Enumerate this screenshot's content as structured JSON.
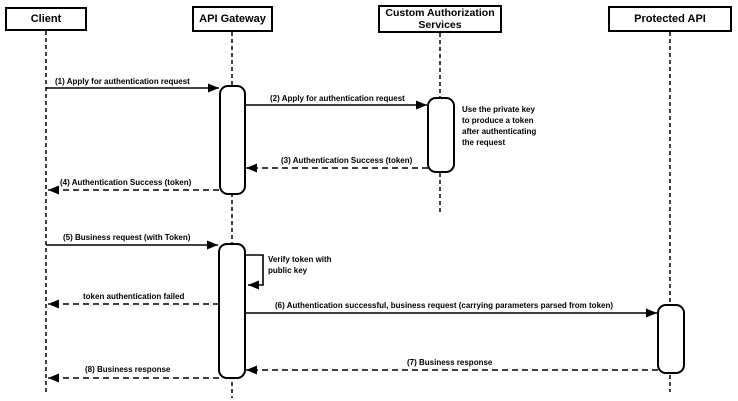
{
  "colors": {
    "background": "#ffffff",
    "stroke": "#000000",
    "text": "#000000"
  },
  "participants": [
    {
      "label": "Client"
    },
    {
      "label": "API Gateway"
    },
    {
      "label": "Custom Authorization Services"
    },
    {
      "label": "Protected API"
    }
  ],
  "messages": [
    {
      "label": "(1) Apply for authentication request",
      "from": "Client",
      "to": "API Gateway",
      "line": "solid"
    },
    {
      "label": "(2) Apply for authentication request",
      "from": "API Gateway",
      "to": "Custom Authorization Services",
      "line": "solid"
    },
    {
      "label": "(3) Authentication Success (token)",
      "from": "Custom Authorization Services",
      "to": "API Gateway",
      "line": "dashed"
    },
    {
      "label": "(4) Authentication Success (token)",
      "from": "API Gateway",
      "to": "Client",
      "line": "dashed"
    },
    {
      "label": "(5) Business request (with Token)",
      "from": "Client",
      "to": "API Gateway",
      "line": "solid"
    },
    {
      "label": "Verify token with public key",
      "from": "API Gateway",
      "to": "API Gateway",
      "line": "solid",
      "self_message": true
    },
    {
      "label": "token authentication failed",
      "from": "API Gateway",
      "to": "Client",
      "line": "dashed"
    },
    {
      "label": "(6) Authentication successful, business request (carrying parameters parsed from token)",
      "from": "API Gateway",
      "to": "Protected API",
      "line": "solid"
    },
    {
      "label": "(7) Business response",
      "from": "Protected API",
      "to": "API Gateway",
      "line": "dashed"
    },
    {
      "label": "(8) Business response",
      "from": "API Gateway",
      "to": "Client",
      "line": "dashed"
    }
  ],
  "notes": [
    {
      "text": "Use the private key to produce a token after authenticating the request",
      "attached_to": "Custom Authorization Services"
    }
  ]
}
